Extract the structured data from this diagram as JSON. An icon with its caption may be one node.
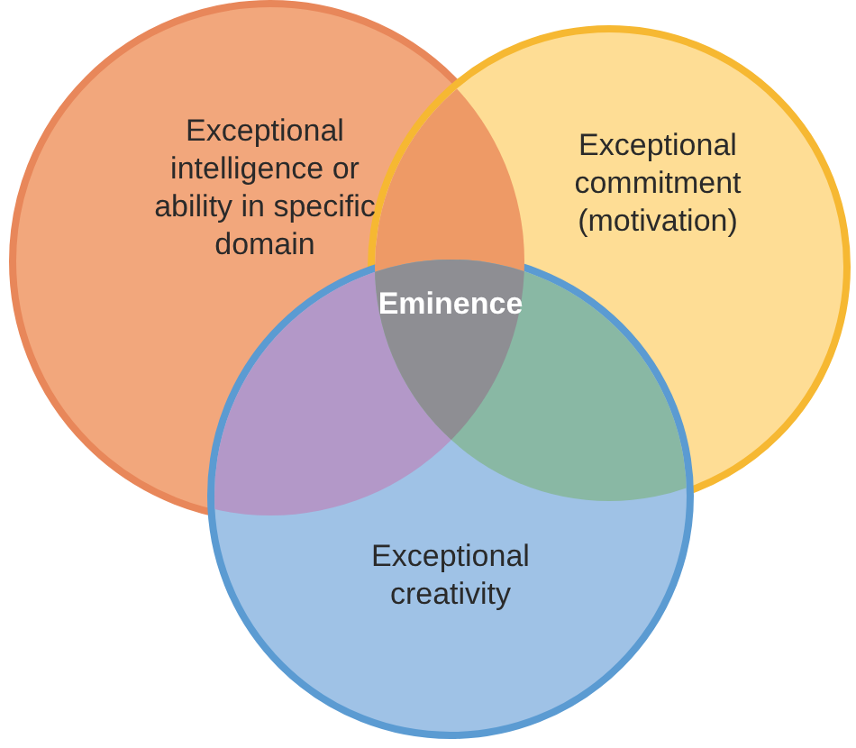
{
  "diagram": {
    "nodes": [
      {
        "text": [
          "Exceptional intelligence or ability in specific domain"
        ]
      },
      {
        "text": [
          "Exceptional commitment (motivation)"
        ]
      },
      {
        "text": [
          "Exceptional creativity"
        ]
      },
      {
        "text": [
          "Eminence"
        ]
      }
    ],
    "edges": []
  }
}
